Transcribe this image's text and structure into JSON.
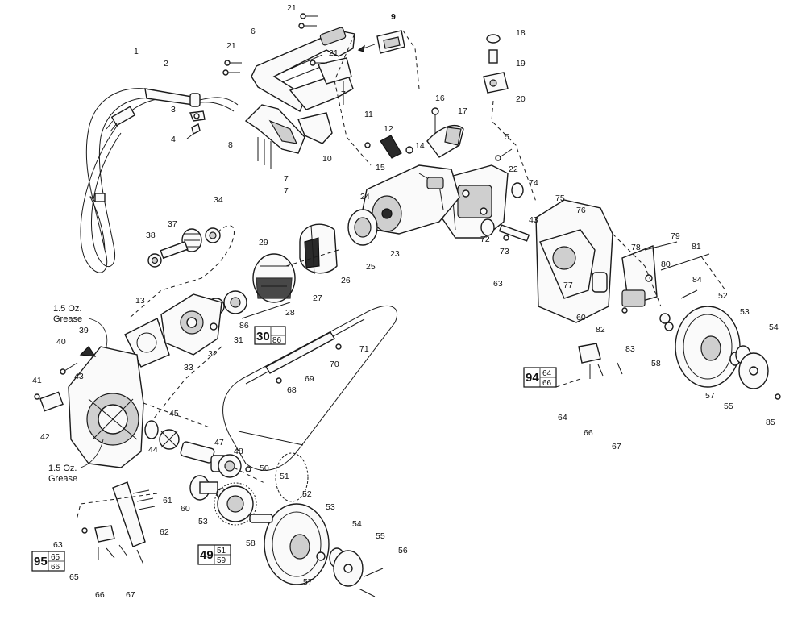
{
  "notes": {
    "grease_top": [
      "1.5 Oz.",
      "Grease"
    ],
    "grease_bottom": [
      "1.5 Oz.",
      "Grease"
    ]
  },
  "kits": [
    {
      "id": "kit-30",
      "main": "30",
      "sub": [
        "86"
      ]
    },
    {
      "id": "kit-94",
      "main": "94",
      "sub": [
        "64",
        "66"
      ]
    },
    {
      "id": "kit-95",
      "main": "95",
      "sub": [
        "65",
        "66"
      ]
    },
    {
      "id": "kit-49",
      "main": "49",
      "sub": [
        "51",
        "59"
      ]
    }
  ],
  "labels": [
    "1",
    "2",
    "3",
    "4",
    "5",
    "6",
    "7",
    "7",
    "7",
    "8",
    "9",
    "10",
    "11",
    "12",
    "13",
    "14",
    "15",
    "16",
    "17",
    "18",
    "19",
    "20",
    "21",
    "21",
    "21",
    "22",
    "23",
    "24",
    "25",
    "26",
    "27",
    "28",
    "29",
    "31",
    "32",
    "33",
    "34",
    "37",
    "38",
    "39",
    "40",
    "41",
    "42",
    "43",
    "43",
    "44",
    "45",
    "47",
    "48",
    "50",
    "51",
    "52",
    "52",
    "53",
    "53",
    "53",
    "54",
    "54",
    "55",
    "55",
    "56",
    "57",
    "57",
    "58",
    "58",
    "60",
    "60",
    "61",
    "62",
    "63",
    "63",
    "64",
    "65",
    "66",
    "66",
    "67",
    "67",
    "68",
    "69",
    "70",
    "71",
    "72",
    "73",
    "74",
    "75",
    "76",
    "77",
    "78",
    "79",
    "80",
    "81",
    "82",
    "83",
    "84",
    "85",
    "86"
  ]
}
